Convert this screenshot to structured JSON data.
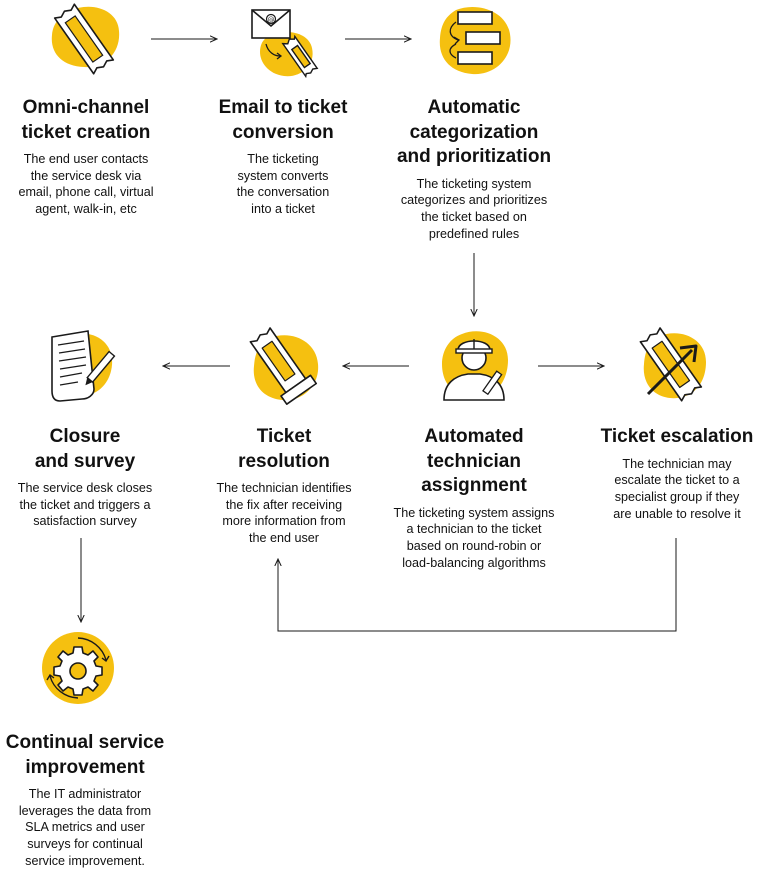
{
  "steps": [
    {
      "title_1": "Omni-channel",
      "title_2": "ticket creation",
      "desc": [
        "The end user contacts",
        "the service desk via",
        "email, phone call, virtual",
        "agent, walk-in, etc"
      ],
      "icon": "ticket-icon"
    },
    {
      "title_1": "Email to ticket",
      "title_2": "conversion",
      "desc": [
        "The ticketing",
        "system converts",
        "the conversation",
        "into a ticket"
      ],
      "icon": "email-to-ticket-icon"
    },
    {
      "title_1": "Automatic",
      "title_2": "categorization",
      "title_3": "and prioritization",
      "desc": [
        "The ticketing system",
        "categorizes and prioritizes",
        "the ticket based on",
        "predefined rules"
      ],
      "icon": "categorize-icon"
    },
    {
      "title_1": "Automated",
      "title_2": "technician",
      "title_3": "assignment",
      "desc": [
        "The ticketing system assigns",
        "a technician to the ticket",
        "based on round-robin or",
        "load-balancing algorithms"
      ],
      "icon": "technician-icon"
    },
    {
      "title_1": "Ticket escalation",
      "desc": [
        "The technician may",
        "escalate the ticket to a",
        "specialist group if they",
        "are unable to resolve it"
      ],
      "icon": "escalation-icon"
    },
    {
      "title_1": "Ticket",
      "title_2": "resolution",
      "desc": [
        "The technician identifies",
        "the fix after receiving",
        "more information from",
        "the end user"
      ],
      "icon": "resolution-icon"
    },
    {
      "title_1": "Closure",
      "title_2": "and survey",
      "desc": [
        "The service desk closes",
        "the ticket and triggers a",
        "satisfaction survey"
      ],
      "icon": "survey-icon"
    },
    {
      "title_1": "Continual service",
      "title_2": "improvement",
      "desc": [
        "The IT administrator",
        "leverages the data from",
        "SLA metrics and user",
        "surveys for continual",
        "service improvement."
      ],
      "icon": "gear-icon"
    }
  ],
  "colors": {
    "accent": "#f5c010",
    "ink": "#1a1a1a"
  }
}
